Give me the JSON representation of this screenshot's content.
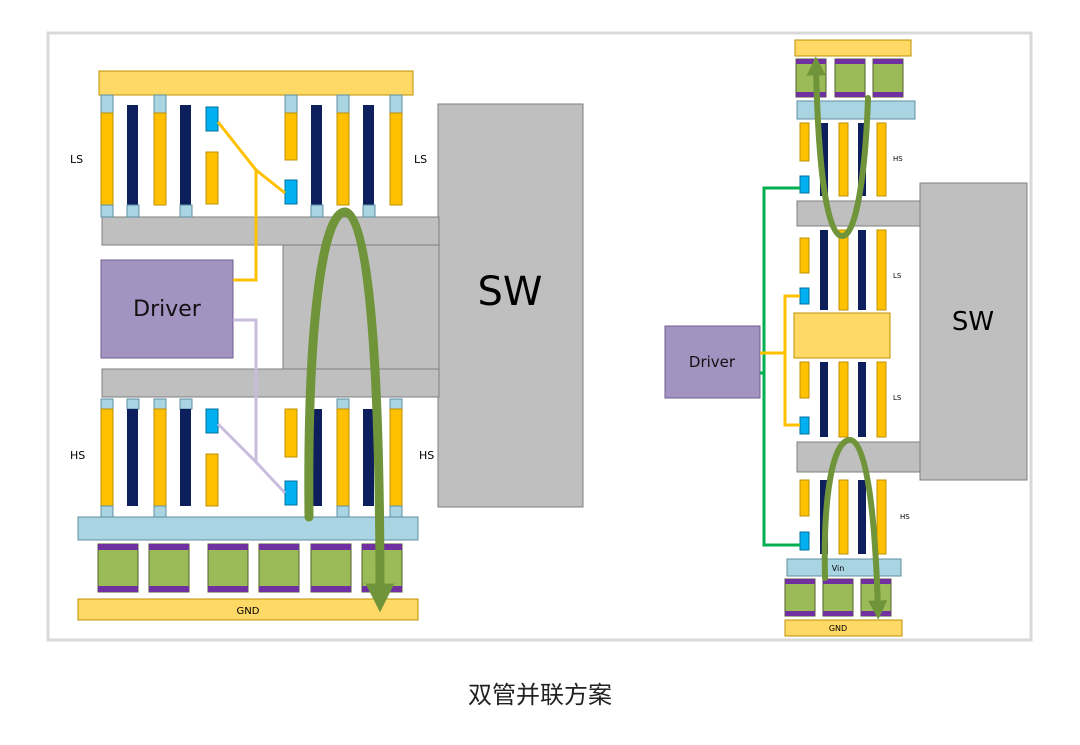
{
  "caption": "双管并联方案",
  "left_layout": {
    "sw_label": "SW",
    "driver_label": "Driver",
    "ls_left_label": "LS",
    "ls_right_label": "LS",
    "hs_left_label": "HS",
    "hs_right_label": "HS",
    "gnd_label": "GND"
  },
  "right_layout": {
    "sw_label": "SW",
    "driver_label": "Driver",
    "hs_top_label": "HS",
    "ls_upper_label": "LS",
    "ls_lower_label": "LS",
    "hs_bottom_label": "HS",
    "vin_label": "Vin",
    "gnd_label": "GND"
  },
  "colors": {
    "gate_line_ls": "#ffc000",
    "gate_line_hs": "#c9bddf",
    "gate_line_right": "#00b050",
    "current_loop": "#70943a",
    "fet_drain": "#ffc000",
    "fet_channel": "#0d1f5c",
    "gate_pad": "#00b0f0",
    "capacitor": "#9bbb59",
    "capacitor_terminal": "#7030a0",
    "driver_box": "#a393c0",
    "sw_plane": "#bfbfbf",
    "copper_pad": "#ffd966",
    "via_bar": "#a9d5e3"
  }
}
